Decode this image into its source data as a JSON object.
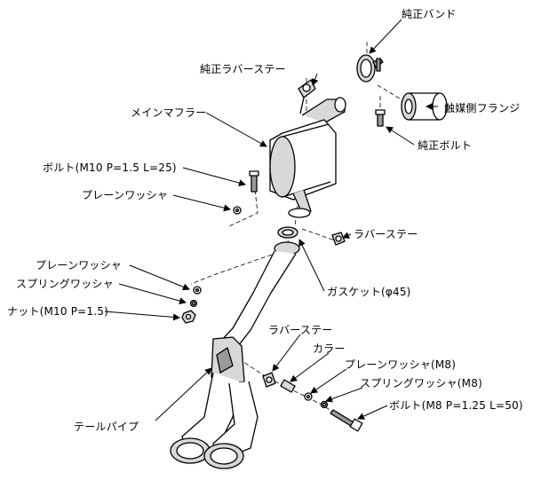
{
  "labels": {
    "genuine_band": "純正バンド",
    "genuine_rubber_stay": "純正ラバーステー",
    "catalyst_flange": "触媒側フランジ",
    "main_muffler": "メインマフラー",
    "genuine_bolt": "純正ボルト",
    "bolt_m10": "ボルト(M10 P=1.5 L=25)",
    "plain_washer_1": "プレーンワッシャ",
    "rubber_stay_1": "ラバーステー",
    "plain_washer_2": "プレーンワッシャ",
    "gasket": "ガスケット(φ45)",
    "spring_washer_1": "スプリングワッシャ",
    "nut_m10": "ナット(M10 P=1.5)",
    "rubber_stay_2": "ラバーステー",
    "collar": "カラー",
    "plain_washer_m8": "プレーンワッシャ(M8)",
    "spring_washer_m8": "スプリングワッシャ(M8)",
    "tail_pipe": "テールパイプ",
    "bolt_m8": "ボルト(M8 P=1.25 L=50)"
  }
}
